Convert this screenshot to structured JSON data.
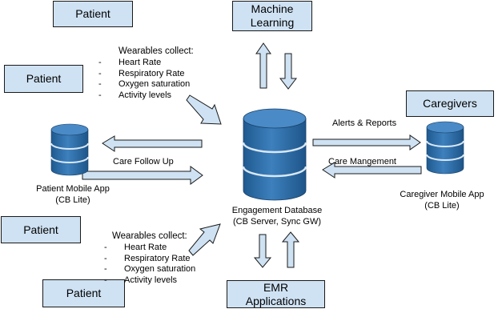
{
  "boxes": {
    "patient_1": "Patient",
    "patient_2": "Patient",
    "patient_3": "Patient",
    "patient_4": "Patient",
    "machine_learning": "Machine\nLearning",
    "caregivers": "Caregivers",
    "emr": "EMR\nApplications"
  },
  "wearables_top": {
    "title": "Wearables collect:",
    "items": [
      "Heart Rate",
      "Respiratory Rate",
      "Oxygen saturation",
      "Activity levels"
    ]
  },
  "wearables_bottom": {
    "title": "Wearables collect:",
    "items": [
      "Heart Rate",
      "Respiratory Rate",
      "Oxygen saturation",
      "Activity levels"
    ]
  },
  "labels": {
    "care_follow_up": "Care Follow Up",
    "alerts_reports": "Alerts & Reports",
    "care_management": "Care Mangement",
    "patient_app": "Patient Mobile App\n(CB Lite)",
    "caregiver_app": "Caregiver Mobile App\n(CB Lite)",
    "engagement_db": "Engagement Database\n(CB Server, Sync GW)"
  },
  "colors": {
    "box_fill": "#cfe2f3",
    "arrow_fill": "#cfe2f3",
    "db_blue": "#2f6fa7"
  }
}
